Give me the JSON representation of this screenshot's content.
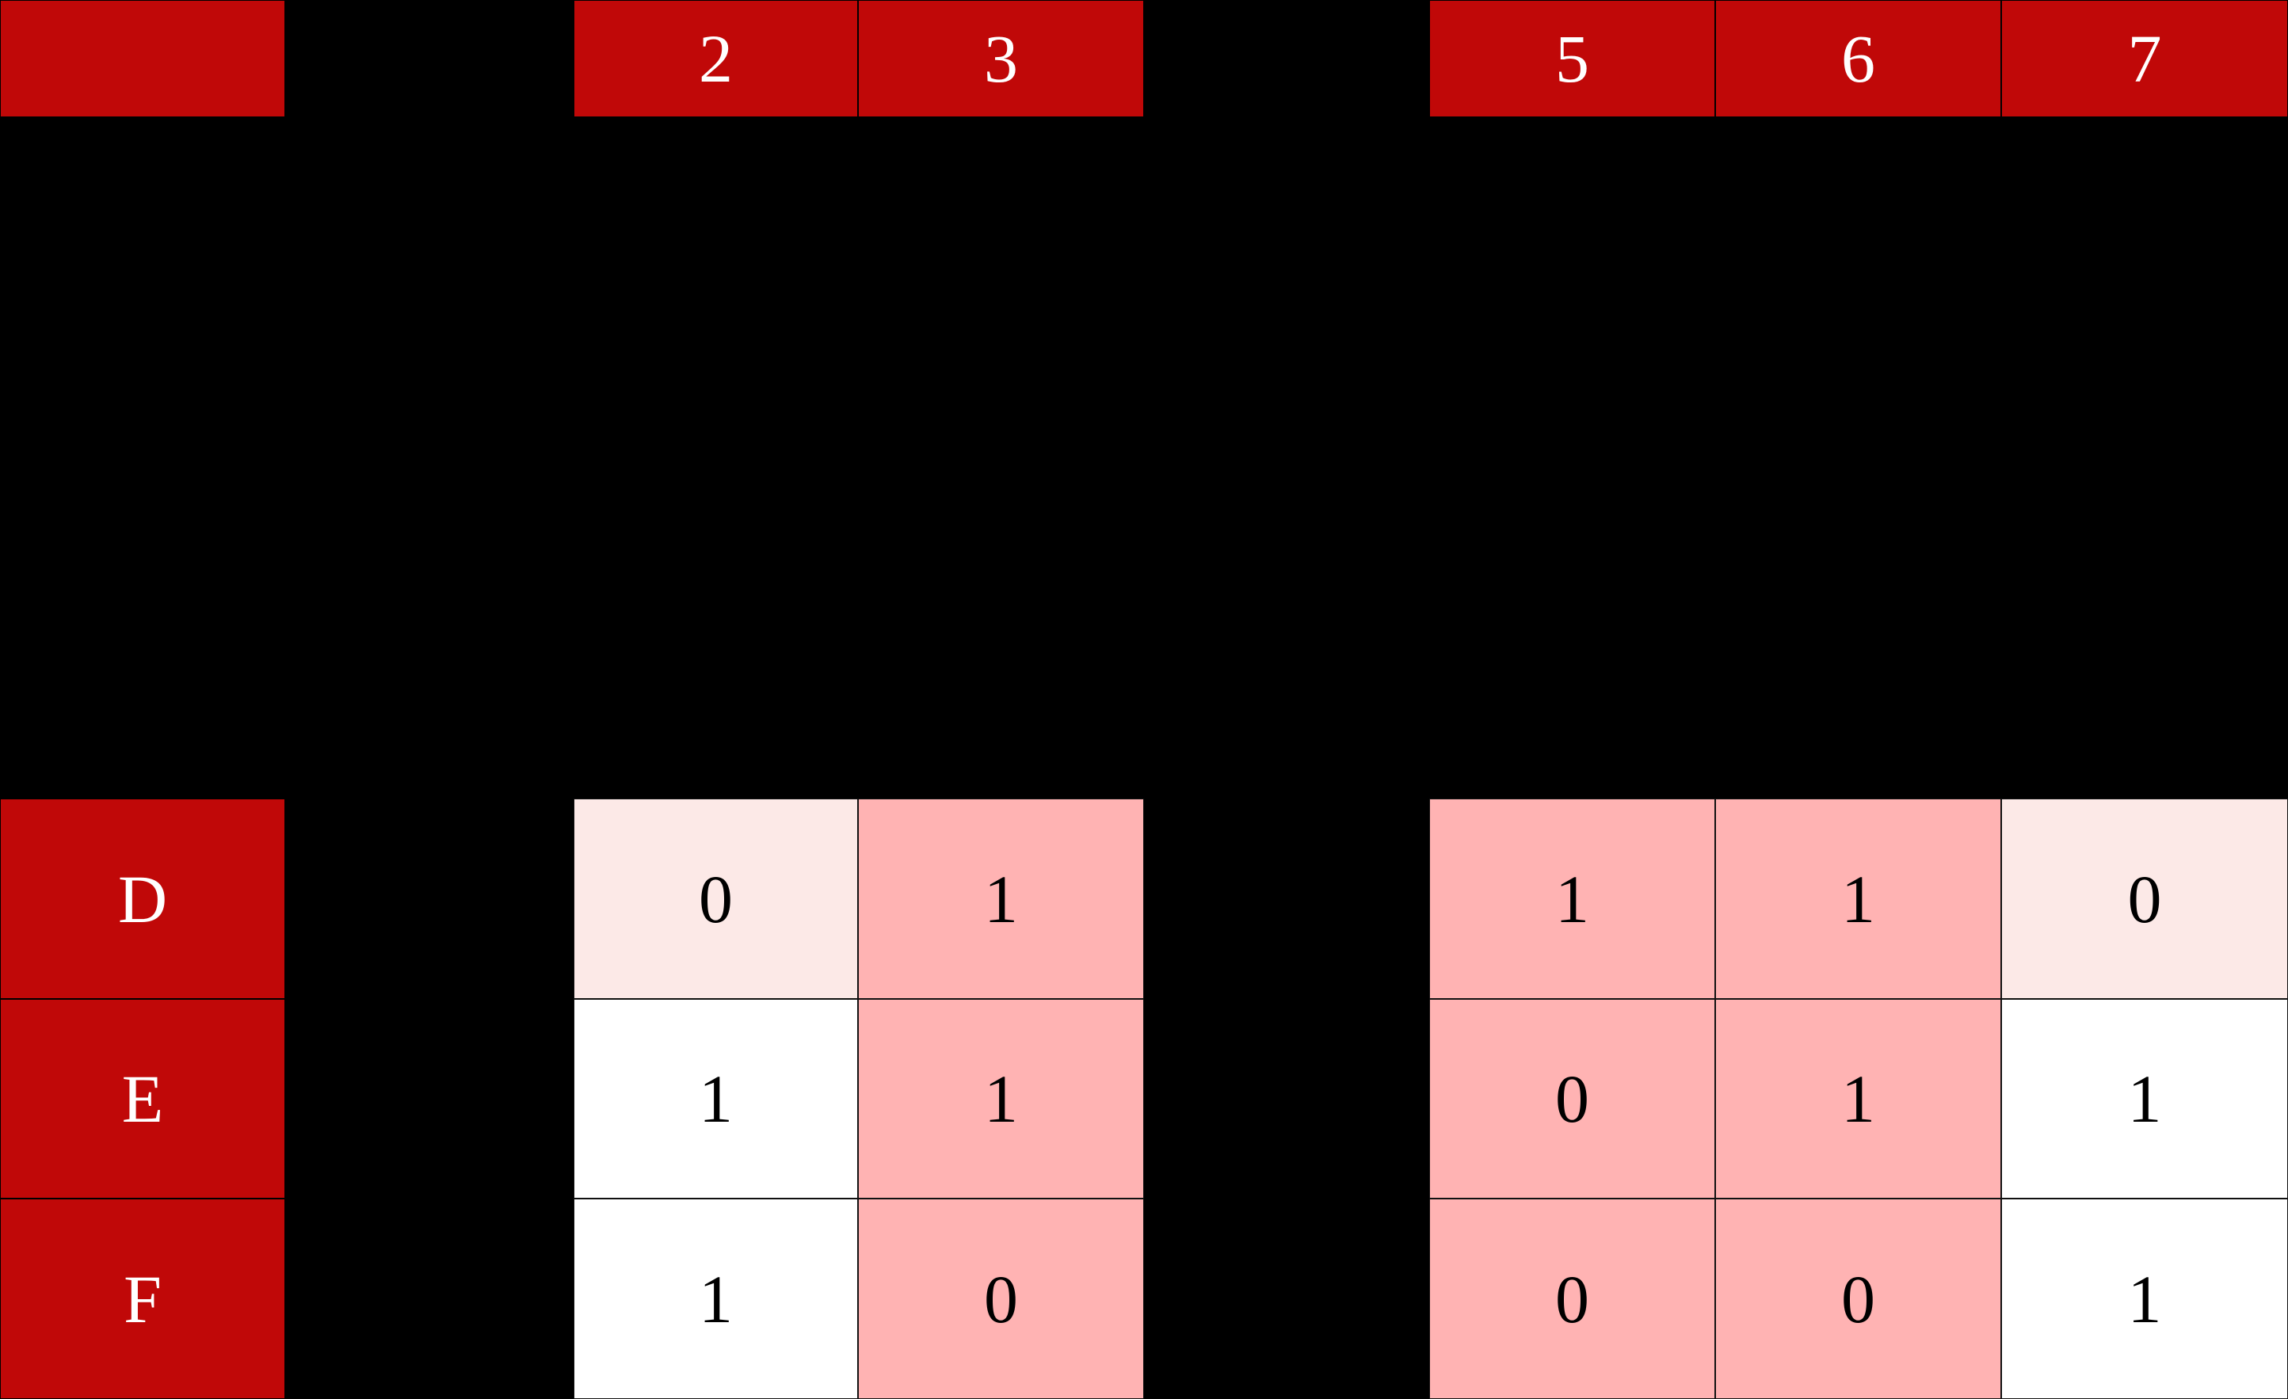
{
  "table": {
    "type": "matrix-heatmap",
    "column_header_label": "",
    "column_groups": [
      {
        "name": "group-left",
        "columns": [
          "2",
          "3"
        ]
      },
      {
        "name": "group-right",
        "columns": [
          "5",
          "6",
          "7"
        ]
      }
    ],
    "column_headers": [
      "2",
      "3",
      "5",
      "6",
      "7"
    ],
    "row_headers": [
      "D",
      "E",
      "F"
    ],
    "rows": [
      {
        "label": "D",
        "values": [
          "0",
          "1",
          "1",
          "1",
          "0"
        ],
        "shades": [
          "light",
          "pink",
          "pink",
          "pink",
          "light"
        ]
      },
      {
        "label": "E",
        "values": [
          "1",
          "1",
          "0",
          "1",
          "1"
        ],
        "shades": [
          "white",
          "pink",
          "pink",
          "pink",
          "white"
        ]
      },
      {
        "label": "F",
        "values": [
          "1",
          "0",
          "0",
          "0",
          "1"
        ],
        "shades": [
          "white",
          "pink",
          "pink",
          "pink",
          "white"
        ]
      }
    ]
  },
  "chart_data": {
    "type": "heatmap",
    "title": "",
    "xlabel": "",
    "ylabel": "",
    "x_tick_labels": [
      "2",
      "3",
      "5",
      "6",
      "7"
    ],
    "y_tick_labels": [
      "D",
      "E",
      "F"
    ],
    "legend": [],
    "grid": true,
    "values": [
      [
        0,
        1,
        1,
        1,
        0
      ],
      [
        1,
        1,
        0,
        1,
        1
      ],
      [
        1,
        0,
        0,
        0,
        1
      ]
    ],
    "value_range": [
      0,
      1
    ],
    "cell_shades": [
      [
        "light",
        "pink",
        "pink",
        "pink",
        "light"
      ],
      [
        "white",
        "pink",
        "pink",
        "pink",
        "white"
      ],
      [
        "white",
        "pink",
        "pink",
        "pink",
        "white"
      ]
    ]
  },
  "colors": {
    "header_red": "#c00808",
    "header_text": "#ffffff",
    "background": "#000000",
    "cell_white": "#ffffff",
    "cell_light": "#fce9e7",
    "cell_pink": "#ffb3b3",
    "cell_text": "#000000",
    "gridline": "#111111"
  }
}
